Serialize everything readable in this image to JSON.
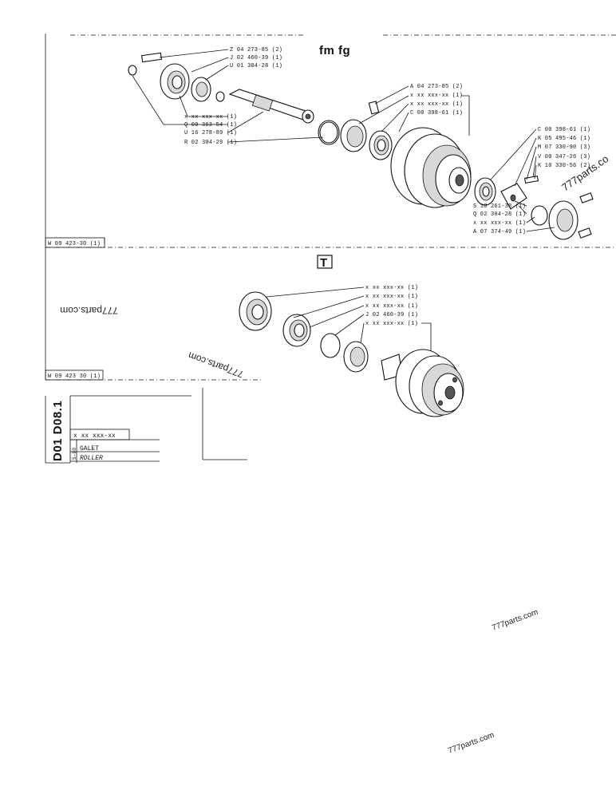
{
  "section1": {
    "model_label": "fm fg",
    "frame_code": "W 09 423-30 (1)",
    "callouts_top": [
      "Z 04 273-85 (2)",
      "J 02 460-39 (1)",
      "U 01 304-28 (1)"
    ],
    "callouts_left": [
      "x xx xxx-xx (1)",
      "Q 00 363-54 (1)",
      "U 16 278-89 (1)",
      "R 02 304-29 (1)"
    ],
    "callouts_mid": [
      "A 04 273-85 (2)",
      "x xx xxx-xx (1)",
      "x xx xxx-xx (1)",
      "C 00 398-61 (1)"
    ],
    "callouts_right": [
      "C 00 398-61 (1)",
      "K 05 495-46 (1)",
      "M 07 330-90 (3)",
      "V 00 347-26 (3)",
      "K 10 330-56 (2)"
    ],
    "callouts_bottom": [
      "S 10 261-38 (1)",
      "Q 02 304-28 (1)",
      "x xx xxx-xx (1)",
      "A 07 374-49 (1)"
    ]
  },
  "section2": {
    "model_label": "T",
    "frame_code": "W 09 423 30 (1)",
    "callouts": [
      "x xx xxx-xx (1)",
      "x xx xxx-xx (1)",
      "x xx xxx-xx (1)",
      "J 02 460-39 (1)",
      "x xx xxx-xx (1)"
    ]
  },
  "title_block": {
    "drawing_no": "D01 D08.1",
    "sheet_ref": "5-80",
    "part_no": "x xx  xxx-xx",
    "name_fr": "GALET",
    "name_en": "ROLLER"
  },
  "watermarks": [
    "777parts.com",
    "777parts.com",
    "777parts.com",
    "777parts.com",
    "777parts.co"
  ]
}
